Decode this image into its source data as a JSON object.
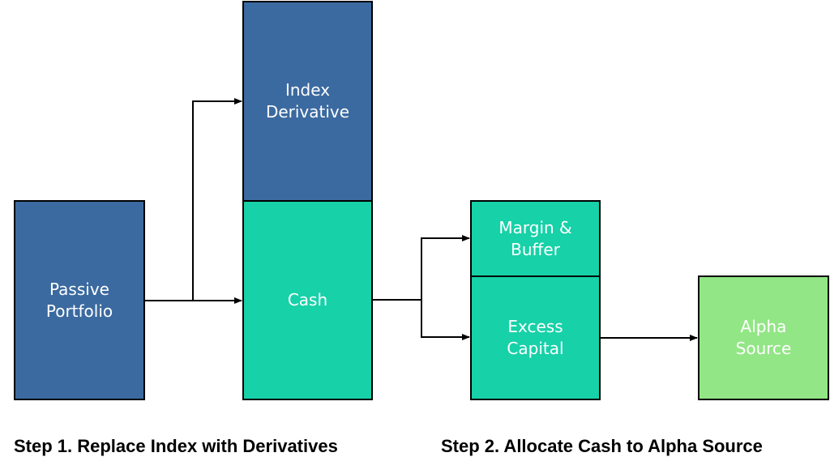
{
  "colors": {
    "blue": "#3b6aa0",
    "teal": "#17d1a8",
    "green": "#92e685",
    "line": "#000000"
  },
  "boxes": {
    "passive_portfolio": "Passive\nPortfolio",
    "index_derivative": "Index\nDerivative",
    "cash": "Cash",
    "margin_buffer": "Margin &\nBuffer",
    "excess_capital": "Excess\nCapital",
    "alpha_source": "Alpha\nSource"
  },
  "captions": {
    "step1": "Step 1. Replace Index with Derivatives",
    "step2": "Step 2. Allocate Cash to Alpha Source"
  }
}
